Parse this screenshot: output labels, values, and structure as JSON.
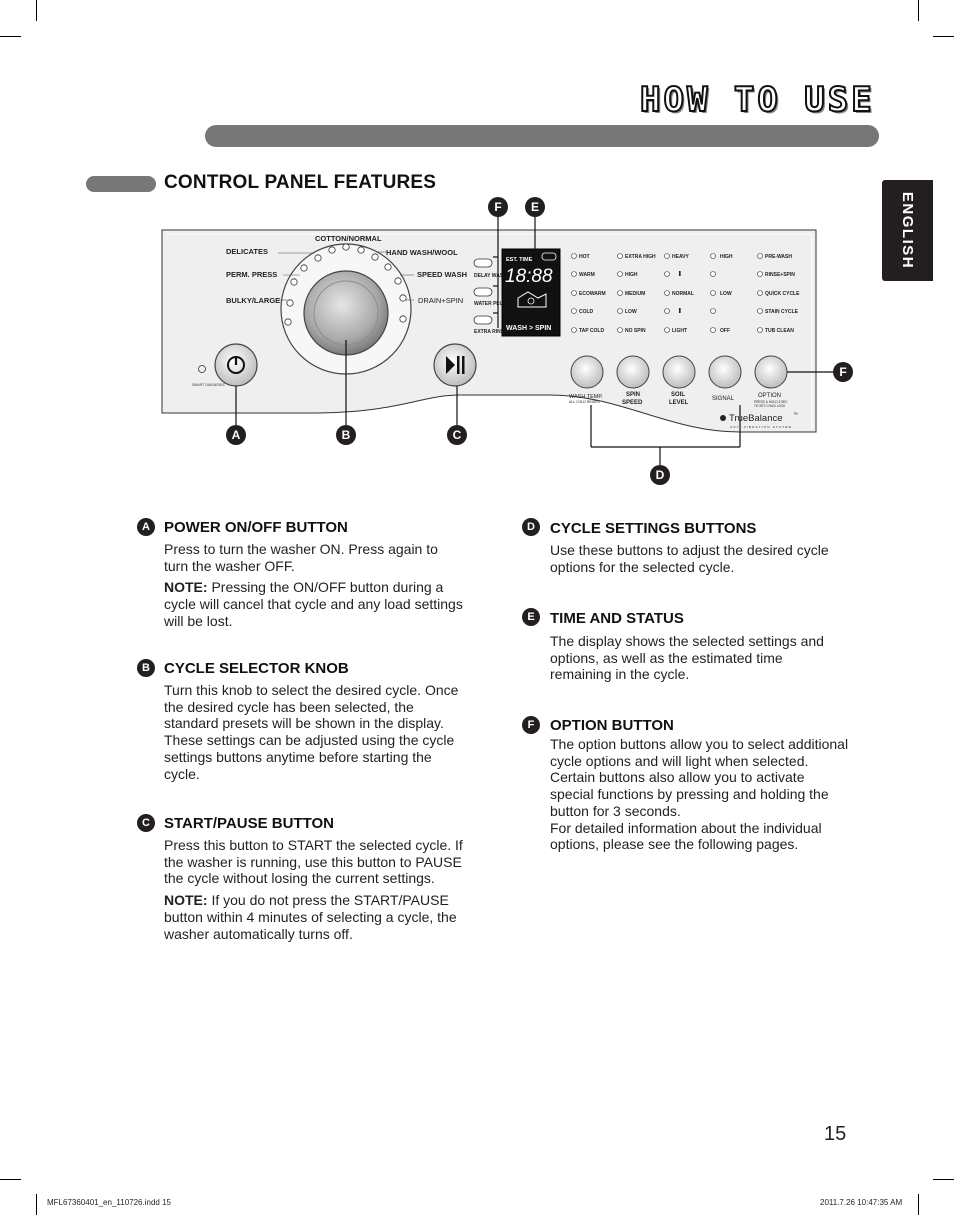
{
  "header": {
    "title": "HOW TO USE"
  },
  "section": {
    "title": "CONTROL PANEL FEATURES"
  },
  "language_tab": "ENGLISH",
  "panel": {
    "cycles_left": [
      "DELICATES",
      "PERM. PRESS",
      "BULKY/LARGE"
    ],
    "cycle_top": "COTTON/NORMAL",
    "cycles_right": [
      "HAND WASH/WOOL",
      "SPEED WASH",
      "DRAIN+SPIN"
    ],
    "side_buttons": [
      "DELAY WASH",
      "WATER PLUS",
      "EXTRA RINSE"
    ],
    "smart_diagnosis": "SMART DIAGNOSIS",
    "display": {
      "est_time": "EST. TIME",
      "digits": "18:88",
      "wash_spin": "WASH > SPIN"
    },
    "temp_options": [
      "HOT",
      "WARM",
      "ECOWARM",
      "COLD",
      "TAP COLD"
    ],
    "spin_options": [
      "EXTRA HIGH",
      "HIGH",
      "MEDIUM",
      "LOW",
      "NO SPIN"
    ],
    "soil_options": [
      "HEAVY",
      "",
      "NORMAL",
      "",
      "LIGHT"
    ],
    "signal_options": [
      "HIGH",
      "",
      "LOW",
      "",
      "OFF"
    ],
    "option_options": [
      "PRE-WASH",
      "RINSE+SPIN",
      "QUICK CYCLE",
      "STAIN CYCLE",
      "TUB CLEAN"
    ],
    "buttons": {
      "wash_temp": "WASH TEMP.",
      "wash_temp_sub": "ALL COLD RINSES",
      "spin_speed_1": "SPIN",
      "spin_speed_2": "SPEED",
      "soil_level_1": "SOIL",
      "soil_level_2": "LEVEL",
      "signal": "SIGNAL",
      "option": "OPTION",
      "option_sub_1": "PRESS & HOLD 3 SEC",
      "option_sub_2": "TO SET CHILD LOCK"
    },
    "brand": "TrueBalance",
    "brand_tm": "™",
    "brand_sub": "ANTI-VIBRATION SYSTEM"
  },
  "callouts": {
    "a": "A",
    "b": "B",
    "c": "C",
    "d": "D",
    "e": "E",
    "f": "F"
  },
  "features": {
    "a": {
      "title": "POWER ON/OFF BUTTON",
      "body": "Press to turn the washer ON. Press again to turn the washer OFF.",
      "note_label": "NOTE:",
      "note": " Pressing the ON/OFF button during a cycle will cancel that cycle and any load settings will be lost."
    },
    "b": {
      "title": "CYCLE SELECTOR KNOB",
      "body": "Turn this knob to select the desired cycle. Once the desired cycle has been selected, the standard presets will be shown in the display. These settings can be adjusted using the cycle settings buttons anytime before starting the cycle."
    },
    "c": {
      "title": "START/PAUSE BUTTON",
      "body": "Press this button to START the selected cycle. If the washer is running, use this button to PAUSE the cycle without losing the current settings.",
      "note_label": "NOTE:",
      "note": " If you do not press the START/PAUSE button within 4 minutes of selecting a cycle, the washer automatically turns off."
    },
    "d": {
      "title": "CYCLE SETTINGS BUTTONS",
      "body": "Use these buttons to adjust the desired cycle options for the selected cycle."
    },
    "e": {
      "title": "TIME AND STATUS",
      "body": "The display shows the selected settings and options, as well as the estimated time remaining in the cycle."
    },
    "f": {
      "title": "OPTION BUTTON",
      "body": "The option buttons allow you to select additional cycle options and will light when selected. Certain buttons also allow you to activate special functions by pressing and holding the button for 3 seconds.",
      "body2": "For detailed information about the individual options, please see the following pages."
    }
  },
  "page_number": "15",
  "footer": {
    "left": "MFL67360401_en_110726.indd   15",
    "right": "2011.7.26   10:47:35 AM"
  }
}
